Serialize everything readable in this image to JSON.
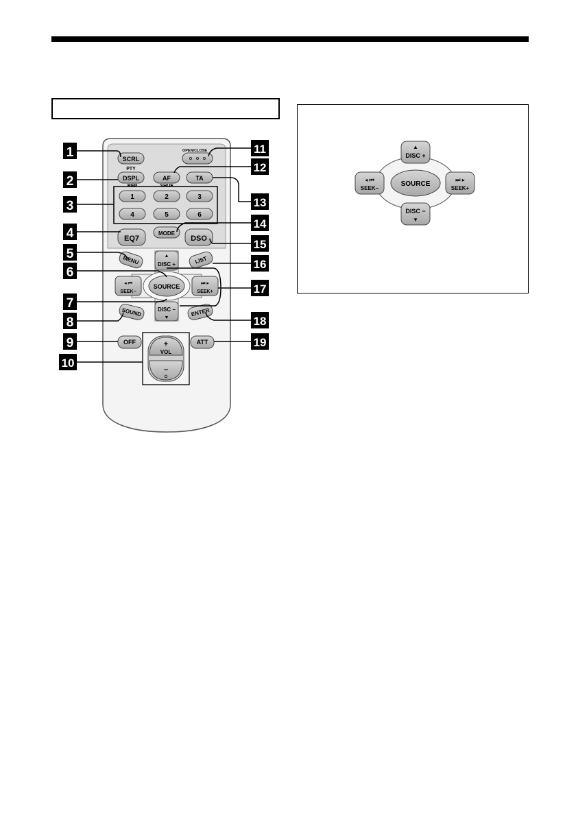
{
  "remote": {
    "buttons": {
      "scrl": "SCRL",
      "open_close": "OPEN/CLOSE",
      "pty": "PTY",
      "dspl": "DSPL",
      "af": "AF",
      "ta": "TA",
      "rep": "REP",
      "shuf": "SHUF",
      "n1": "1",
      "n2": "2",
      "n3": "3",
      "n4": "4",
      "n5": "5",
      "n6": "6",
      "eq7": "EQ7",
      "mode": "MODE",
      "dso": "DSO",
      "menu": "MENU",
      "list": "LIST",
      "disc_plus": "DISC +",
      "disc_minus": "DISC −",
      "seek_minus": "SEEK−",
      "seek_plus": "SEEK+",
      "source": "SOURCE",
      "sound": "SOUND",
      "enter": "ENTER",
      "off": "OFF",
      "att": "ATT",
      "vol": "VOL",
      "vol_plus": "+",
      "vol_minus": "–"
    },
    "callouts": [
      "1",
      "2",
      "3",
      "4",
      "5",
      "6",
      "7",
      "8",
      "9",
      "10",
      "11",
      "12",
      "13",
      "14",
      "15",
      "16",
      "17",
      "18",
      "19"
    ]
  },
  "inset": {
    "disc_plus": "DISC +",
    "disc_minus": "DISC −",
    "seek_minus": "SEEK−",
    "seek_plus": "SEEK+",
    "source": "SOURCE"
  },
  "colors": {
    "remote_body": "#f4f4f4",
    "upper_panel": "#dcdcdc",
    "button_fill": "#bcbcbc",
    "callout_bg": "#000000"
  }
}
